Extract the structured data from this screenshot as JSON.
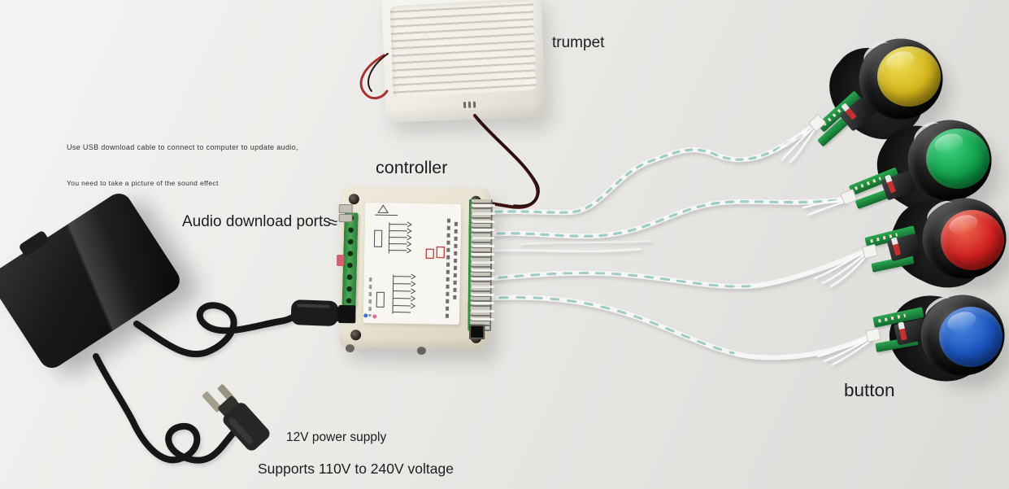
{
  "image_type": "annotated-product-photo",
  "labels": {
    "note1": "Use USB download cable to connect to computer to update audio,",
    "note2": "You need to take a picture of the sound effect",
    "trumpet": "trumpet",
    "controller": "controller",
    "audio_ports": "Audio download ports",
    "squiggle": "≈",
    "button": "button",
    "power": "12V power supply",
    "voltage": "Supports 110V to 240V voltage"
  },
  "buttons": [
    {
      "id": "yellow",
      "color": "#d4b61c",
      "highlight": "#eedd55",
      "dark": "#8f7a10"
    },
    {
      "id": "green",
      "color": "#12a24b",
      "highlight": "#45d584",
      "dark": "#076e31"
    },
    {
      "id": "red",
      "color": "#d12020",
      "highlight": "#ef6a50",
      "dark": "#8f1111"
    },
    {
      "id": "blue",
      "color": "#1a55c0",
      "highlight": "#4f8ae0",
      "dark": "#0d3a85"
    }
  ],
  "colors": {
    "background": "#eae9e6",
    "wire_white": "#f6f6f4",
    "wire_stripe": "#9fccc8",
    "pcb_green": "#1f9440",
    "terminal_green": "#3f9e4d",
    "adapter_black": "#161616",
    "enclosure_cream": "#e9e3d2",
    "speaker_wire_red": "#4a1414"
  }
}
